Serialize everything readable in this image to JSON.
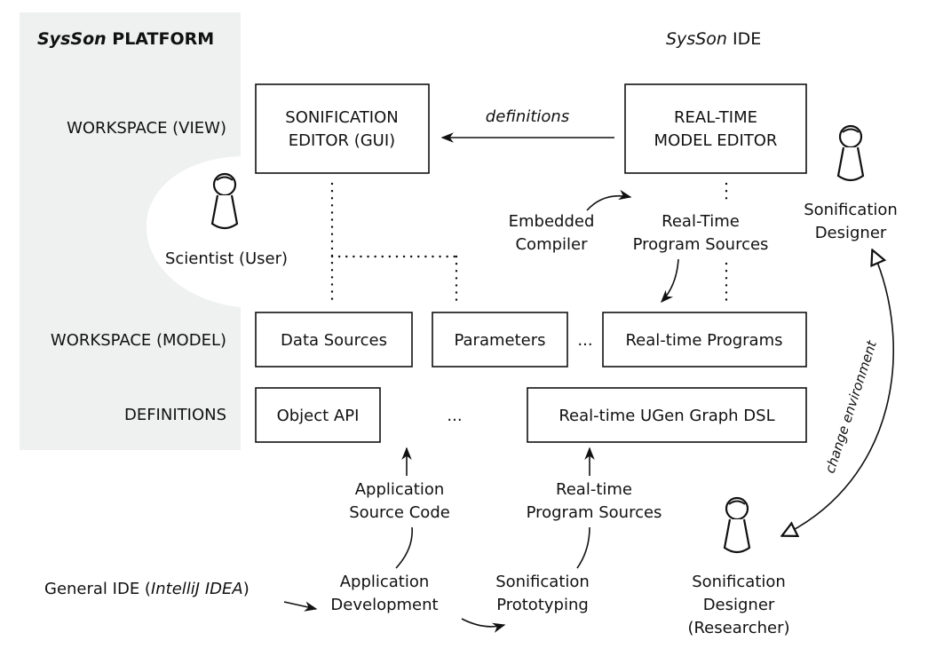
{
  "platform": {
    "title_em": "SysSon",
    "title_rest": " PLATFORM"
  },
  "ide": {
    "title_em": "SysSon",
    "title_rest": " IDE"
  },
  "rows": {
    "workspace_view": "WORKSPACE (VIEW)",
    "workspace_model": "WORKSPACE (MODEL)",
    "definitions": "DEFINITIONS"
  },
  "boxes": {
    "sonification_editor": [
      "SONIFICATION",
      "EDITOR (GUI)"
    ],
    "realtime_model_editor": [
      "REAL-TIME",
      "MODEL EDITOR"
    ],
    "data_sources": "Data Sources",
    "parameters": "Parameters",
    "realtime_programs": "Real-time Programs",
    "object_api": "Object API",
    "ugen_dsl": "Real-time UGen Graph DSL"
  },
  "ellipses": {
    "model": "...",
    "defs": "..."
  },
  "arrow_labels": {
    "definitions": "definitions",
    "change_environment": "change environment"
  },
  "labels": {
    "embedded_compiler": [
      "Embedded",
      "Compiler"
    ],
    "rt_program_sources_top": [
      "Real-Time",
      "Program Sources"
    ],
    "app_source_code": [
      "Application",
      "Source Code"
    ],
    "rt_program_sources_bottom": [
      "Real-time",
      "Program Sources"
    ],
    "app_development": [
      "Application",
      "Development"
    ],
    "sonification_prototyping": [
      "Sonification",
      "Prototyping"
    ],
    "general_ide_pre": "General IDE (",
    "general_ide_em": "IntelliJ IDEA",
    "general_ide_post": ")"
  },
  "actors": {
    "scientist": "Scientist (User)",
    "designer_top": [
      "Sonification",
      "Designer"
    ],
    "designer_researcher": [
      "Sonification",
      "Designer",
      "(Researcher)"
    ]
  },
  "colors": {
    "platform_bg": "#eef1ef",
    "stroke": "#111111"
  }
}
